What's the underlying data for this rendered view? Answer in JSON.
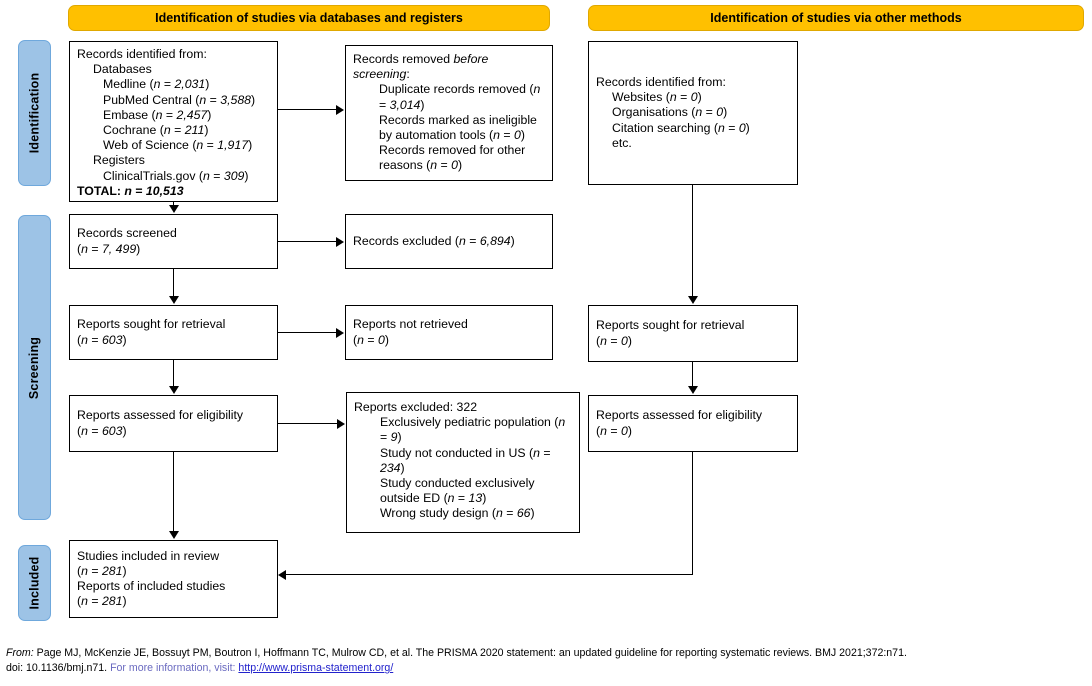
{
  "banners": {
    "databases": "Identification of studies via databases and registers",
    "other": "Identification of studies via other methods"
  },
  "stages": {
    "identification": "Identification",
    "screening": "Screening",
    "included": "Included"
  },
  "boxes": {
    "records_identified": {
      "title": "Records identified from:",
      "group1": "Databases",
      "sources": [
        {
          "name": "Medline",
          "n": "2,031"
        },
        {
          "name": "PubMed Central",
          "n": "3,588"
        },
        {
          "name": "Embase",
          "n": "2,457"
        },
        {
          "name": "Cochrane",
          "n": "211"
        },
        {
          "name": "Web of Science",
          "n": "1,917"
        }
      ],
      "group2": "Registers",
      "registers": [
        {
          "name": "ClinicalTrials.gov",
          "n": "309"
        }
      ],
      "total_label": "TOTAL:",
      "total_n_symbol": "n",
      "total_eq": "=",
      "total_value": "10,513"
    },
    "records_removed": {
      "title_a": "Records removed ",
      "title_b": "before screening",
      "title_c": ":",
      "items": [
        {
          "text": "Duplicate records removed",
          "n": "3,014"
        },
        {
          "text": "Records marked as ineligible by automation tools",
          "n": "0"
        },
        {
          "text": "Records removed for other reasons",
          "n": "0"
        }
      ]
    },
    "records_screened": {
      "label": "Records screened",
      "n": "7, 499"
    },
    "records_excluded": {
      "label": "Records excluded",
      "n": "6,894"
    },
    "reports_sought": {
      "label": "Reports sought for retrieval",
      "n": "603"
    },
    "reports_not_retrieved": {
      "label": "Reports not retrieved",
      "n": "0"
    },
    "reports_assessed": {
      "label": "Reports assessed for eligibility",
      "n": "603"
    },
    "reports_excluded": {
      "title": "Reports excluded: 322",
      "items": [
        {
          "text": "Exclusively pediatric population",
          "n": "9"
        },
        {
          "text": "Study not conducted in US",
          "n": "234"
        },
        {
          "text": "Study conducted exclusively outside ED",
          "n": "13"
        },
        {
          "text": "Wrong study design",
          "n": "66"
        }
      ]
    },
    "studies_included": {
      "line1": "Studies included in review",
      "n1": "281",
      "line2": "Reports of included studies",
      "n2": "281"
    },
    "other_identified": {
      "title": "Records identified from:",
      "items": [
        {
          "name": "Websites",
          "n": "0"
        },
        {
          "name": "Organisations",
          "n": "0"
        },
        {
          "name": "Citation searching",
          "n": "0"
        }
      ],
      "etc": "etc."
    },
    "other_sought": {
      "label": "Reports sought for retrieval",
      "n": "0"
    },
    "other_assessed": {
      "label": "Reports assessed for eligibility",
      "n": "0"
    }
  },
  "footer": {
    "from_label": "From:",
    "citation": "Page MJ, McKenzie JE, Bossuyt PM, Boutron I, Hoffmann TC, Mulrow CD, et al. The PRISMA 2020 statement: an updated guideline for reporting systematic reviews. BMJ 2021;372:n71.",
    "doi": "doi: 10.1136/bmj.n71.",
    "more_info": "For more information, visit:",
    "url": "http://www.prisma-statement.org/"
  },
  "colors": {
    "banner": "#FFC000",
    "stage": "#9DC3E6",
    "box_border": "#000000",
    "link": "#2222CC"
  }
}
